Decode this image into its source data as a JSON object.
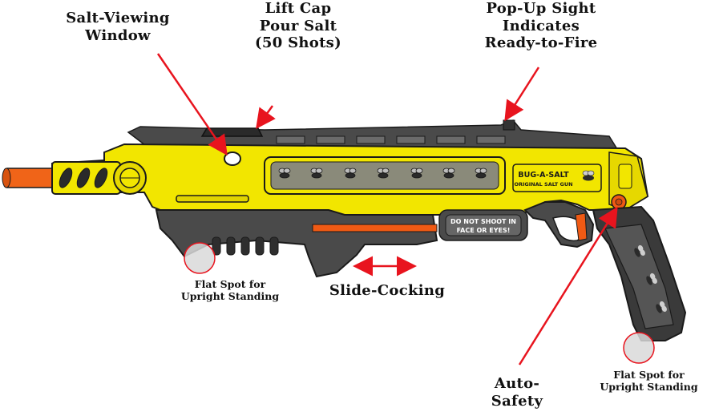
{
  "callouts": {
    "salt_window": "Salt-Viewing\nWindow",
    "lift_cap": "Lift Cap\nPour Salt\n(50 Shots)",
    "popup_sight": "Pop-Up Sight\nIndicates\nReady-to-Fire",
    "flat_spot_front": "Flat Spot for\nUpright Standing",
    "slide_cocking": "Slide-Cocking",
    "auto_safety": "Auto-\nSafety",
    "flat_spot_rear": "Flat Spot for\nUpright Standing"
  },
  "gun_markings": {
    "logo_line1": "BUG-A-SALT",
    "logo_line2": "ORIGINAL SALT GUN",
    "warning_line1": "DO NOT SHOOT IN",
    "warning_line2": "FACE OR EYES!"
  },
  "colors": {
    "body_yellow": "#f2e600",
    "outline": "#1a1a1a",
    "grip_dark": "#3a3a3a",
    "grip_mid": "#555555",
    "barrel_orange": "#f06418",
    "accent_orange": "#f05a14",
    "callout_red": "#e8141e",
    "highlight_circle": "#d9d9d9"
  }
}
